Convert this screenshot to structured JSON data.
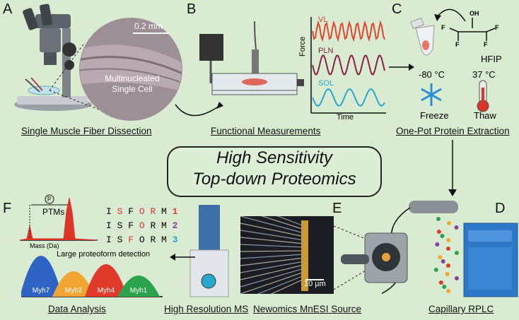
{
  "panels": {
    "A": {
      "letter": "A",
      "caption": "Single Muscle Fiber Dissection",
      "scale_label": "0.2 mm",
      "cell_label_1": "Multinucleated",
      "cell_label_2": "Single Cell"
    },
    "B": {
      "letter": "B",
      "caption": "Functional Measurements",
      "y_label": "Force",
      "x_label": "Time",
      "traces": [
        {
          "name": "VL",
          "color": "#e0452f"
        },
        {
          "name": "PLN",
          "color": "#8a1f4a"
        },
        {
          "name": "SOL",
          "color": "#2aa7cf"
        }
      ]
    },
    "C": {
      "letter": "C",
      "caption": "One-Pot Protein Extraction",
      "reagent": "HFIP",
      "reagent_group": "OH",
      "fluorine": "F",
      "freeze_temp": "-80 °C",
      "thaw_temp": "37 °C",
      "freeze_label": "Freeze",
      "thaw_label": "Thaw"
    },
    "D": {
      "letter": "D",
      "caption": "Capillary RPLC"
    },
    "E": {
      "letter": "E",
      "caption": "Newomics MnESI Source",
      "scale_label": "10 µm"
    },
    "MS": {
      "caption": "High Resolution MS"
    },
    "F": {
      "letter": "F",
      "caption": "Data Analysis",
      "x_label": "Mass (Da)",
      "ptm_label": "PTMs",
      "p_label": "p",
      "proteoform_label": "Large proteoform detection",
      "sequences": [
        {
          "letters": [
            "I",
            "S",
            "F",
            "O",
            "R",
            "M"
          ],
          "number": "1",
          "number_color": "#e0452f"
        },
        {
          "letters": [
            "I",
            "S",
            "F",
            "O",
            "R",
            "M"
          ],
          "number": "2",
          "number_color": "#8a3f9c"
        },
        {
          "letters": [
            "I",
            "S",
            "F",
            "O",
            "R",
            "M"
          ],
          "number": "3",
          "number_color": "#2aa7cf"
        }
      ],
      "peaks": [
        {
          "name": "Myh7",
          "color": "#2f63c4"
        },
        {
          "name": "Myh2",
          "color": "#f2a533"
        },
        {
          "name": "Myh4",
          "color": "#e03a2a"
        },
        {
          "name": "Myh1",
          "color": "#2aa34a"
        }
      ]
    }
  },
  "center": {
    "line1": "High Sensitivity",
    "line2": "Top-down Proteomics"
  },
  "colors": {
    "background": "#d9ecd2",
    "arrow": "#111111"
  }
}
